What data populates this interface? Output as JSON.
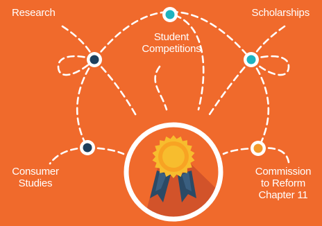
{
  "colors": {
    "background": "#f06a2c",
    "line": "#ffffff",
    "node_navy": "#1e3f5c",
    "node_teal": "#1eb3bf",
    "node_orange": "#f39a2b",
    "node_ring": "#ffffff",
    "medal_gold": "#f7bd2e",
    "medal_inner": "#f8a323",
    "ribbon_dark": "#2b4a66",
    "shadow": "#d2532a"
  },
  "labels": {
    "research": "Research",
    "scholarships": "Scholarships",
    "student_competitions": [
      "Student",
      "Competitions"
    ],
    "consumer_studies": [
      "Consumer",
      "Studies"
    ],
    "commission": [
      "Commission",
      "to Reform",
      "Chapter 11"
    ]
  },
  "icons": [
    "medal-icon"
  ]
}
